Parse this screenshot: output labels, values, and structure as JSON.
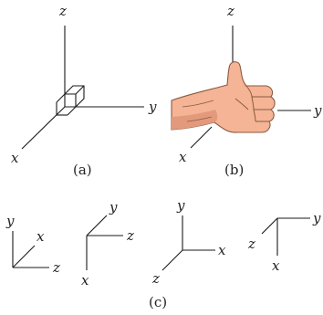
{
  "colors": {
    "line": "#1a1a1a",
    "text": "#222222",
    "skin": "#f4b495",
    "skin_shadow": "#e39a7c",
    "skin_outline": "#8a5a40"
  },
  "panel_a": {
    "axis_x": "x",
    "axis_y": "y",
    "axis_z": "z",
    "caption": "(a)"
  },
  "panel_b": {
    "axis_x": "x",
    "axis_y": "y",
    "axis_z": "z",
    "caption": "(b)",
    "illustration": "right-hand-thumbs-up"
  },
  "panel_c": {
    "caption": "(c)",
    "frames": [
      {
        "y": "y",
        "x": "x",
        "z": "z"
      },
      {
        "y": "y",
        "z": "z",
        "x": "x"
      },
      {
        "y": "y",
        "x": "x",
        "z": "z"
      },
      {
        "z": "z",
        "y": "y",
        "x": "x"
      }
    ]
  }
}
